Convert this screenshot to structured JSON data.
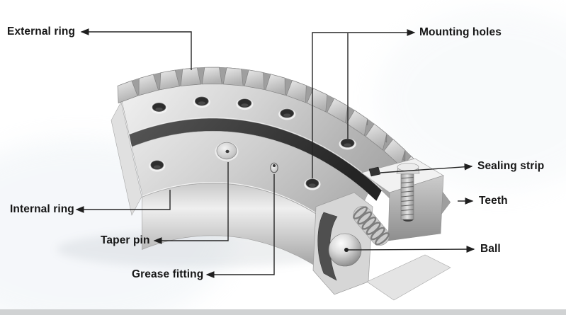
{
  "diagram": {
    "labels": {
      "external_ring": "External ring",
      "mounting_holes": "Mounting holes",
      "sealing_strip": "Sealing strip",
      "teeth": "Teeth",
      "ball": "Ball",
      "internal_ring": "Internal ring",
      "taper_pin": "Taper pin",
      "grease_fitting": "Grease fitting"
    },
    "colors": {
      "label_text": "#161616",
      "leader_line": "#262626",
      "metal_light": "#f0f0f0",
      "metal_mid": "#c6c6c6",
      "metal_dark": "#8f8f8f",
      "groove_dark": "#2e2e2e",
      "background": "#ffffff"
    }
  }
}
